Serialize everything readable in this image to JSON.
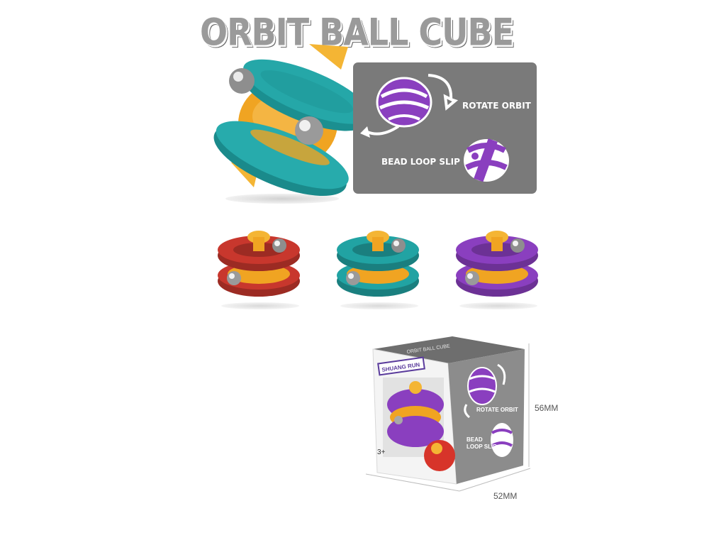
{
  "title": "ORBIT BALL CUBE",
  "panel": {
    "rotate_label": "ROTATE ORBIT",
    "slip_label": "BEAD LOOP SLIP"
  },
  "variants": [
    {
      "color_name": "red",
      "color": "#c8372d"
    },
    {
      "color_name": "teal",
      "color": "#21a3a3"
    },
    {
      "color_name": "purple",
      "color": "#8a3fbf"
    }
  ],
  "package": {
    "brand": "SHUANG RUN",
    "top_text": "ORBIT BALL CUBE",
    "side_rotate": "ROTATE ORBIT",
    "side_slip_line1": "BEAD",
    "side_slip_line2": "LOOP SLIP",
    "age": "3+"
  },
  "dimensions": {
    "height": "56MM",
    "width": "52MM"
  },
  "colors": {
    "teal": "#21a3a3",
    "orange": "#f0a422",
    "purple": "#8a3fbf",
    "red": "#c8372d",
    "panel_gray": "#7a7a7a",
    "box_gray": "#8c8c8c"
  }
}
